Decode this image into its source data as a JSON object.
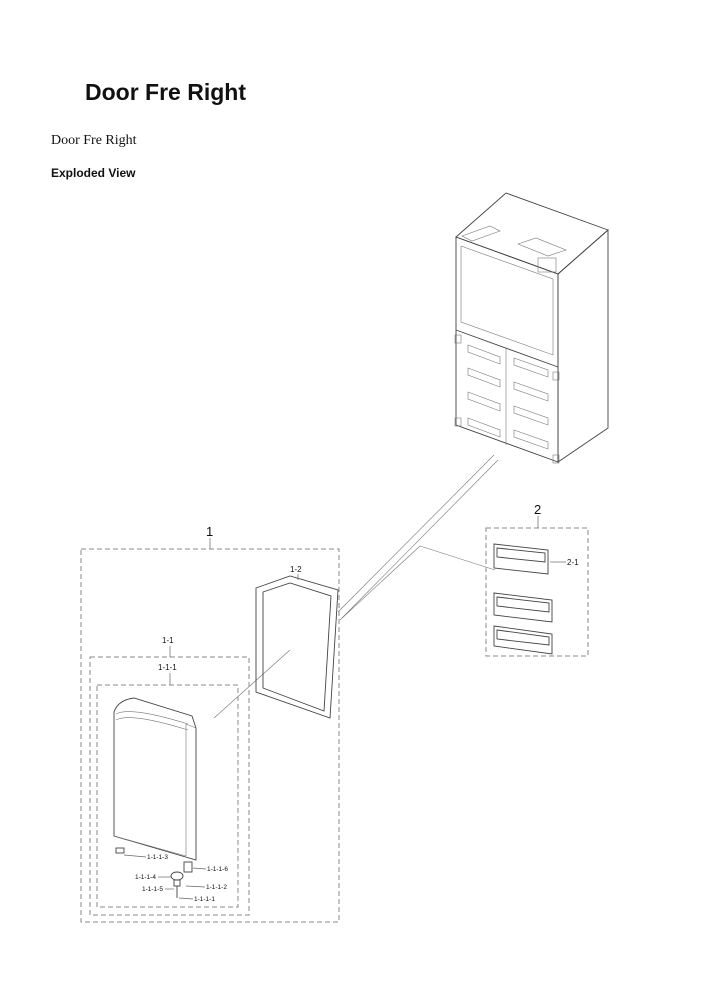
{
  "page_title": "Door Fre Right",
  "section_title": "Door Fre Right",
  "view_label": "Exploded View",
  "callouts": {
    "group_1": "1",
    "group_2": "2",
    "gasket": "1-2",
    "door_assy": "1-1",
    "door_foam": "1-1-1",
    "basket": "2-1",
    "part_1113": "1-1-1-3",
    "part_1116": "1-1-1-6",
    "part_1114": "1-1-1-4",
    "part_1112": "1-1-1-2",
    "part_1115": "1-1-1-5",
    "part_1111": "1-1-1-1"
  }
}
